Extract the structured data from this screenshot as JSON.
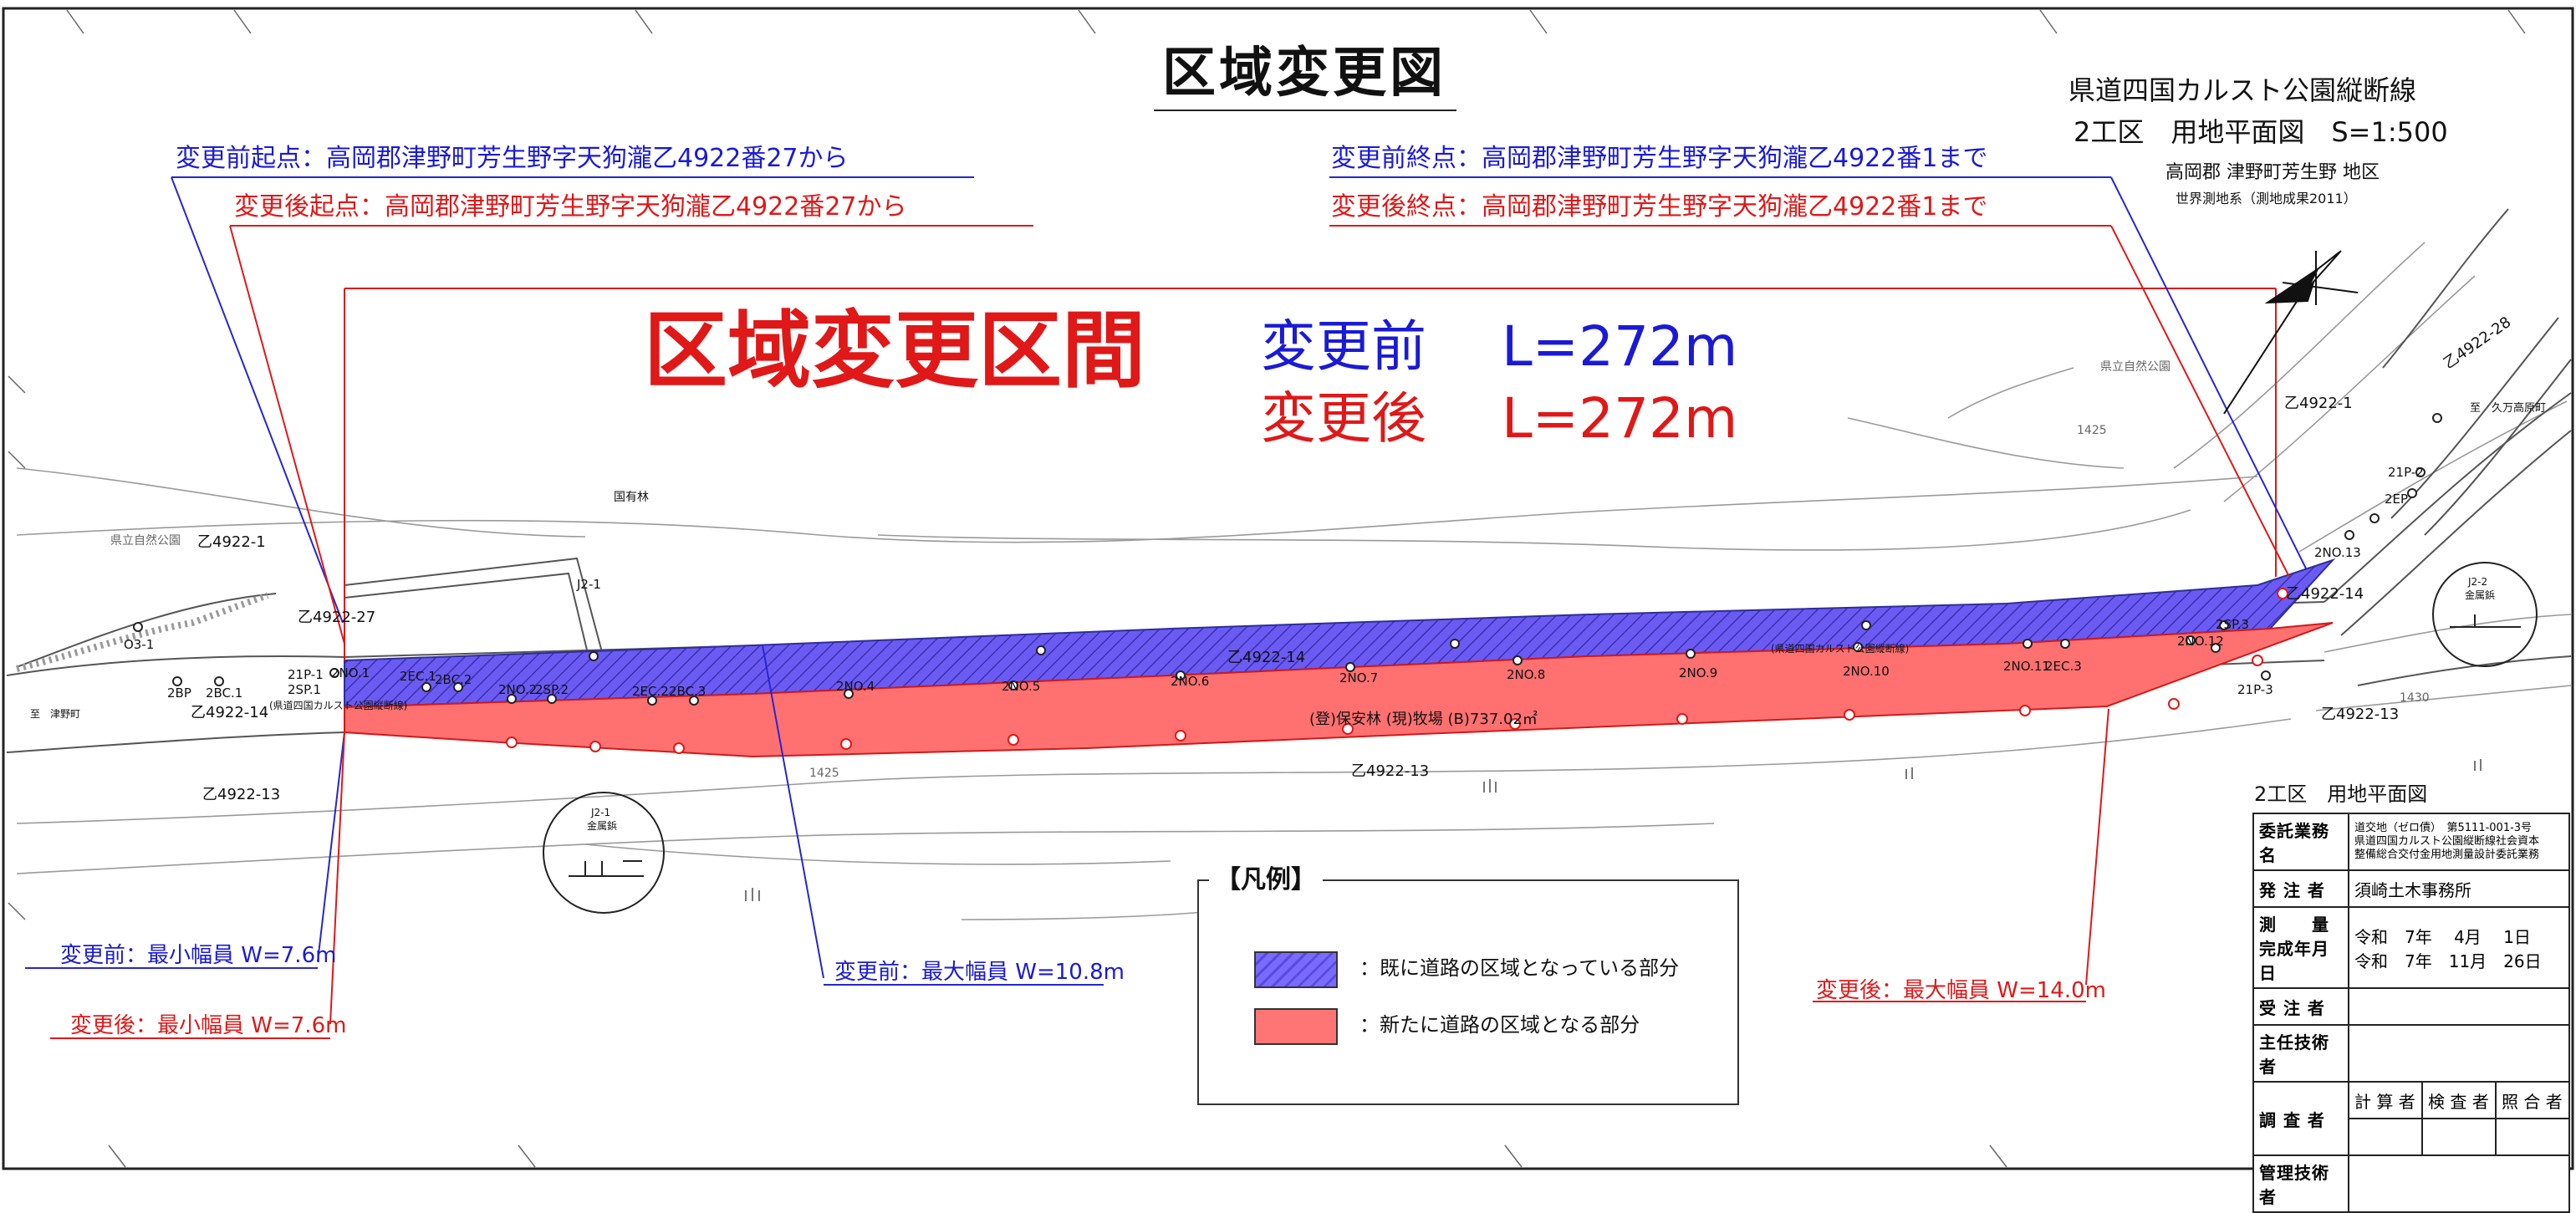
{
  "title": "区域変更図",
  "header_right": {
    "line1": "県道四国カルスト公園縦断線",
    "line2": "2工区　用地平面図　S=1:500",
    "line3": "高岡郡 津野町芳生野 地区",
    "line4": "世界測地系（測地成果2011）"
  },
  "annotations": {
    "before_start": "変更前起点：高岡郡津野町芳生野字天狗瀧乙4922番27から",
    "after_start": "変更後起点：高岡郡津野町芳生野字天狗瀧乙4922番27から",
    "before_end": "変更前終点：高岡郡津野町芳生野字天狗瀧乙4922番1まで",
    "after_end": "変更後終点：高岡郡津野町芳生野字天狗瀧乙4922番1まで",
    "section_title": "区域変更区間",
    "before_length_label": "変更前",
    "before_length": "L=272m",
    "after_length_label": "変更後",
    "after_length": "L=272m",
    "before_min_width": "変更前：最小幅員 W=7.6m",
    "after_min_width": "変更後：最小幅員 W=7.6m",
    "before_max_width": "変更前：最大幅員 W=10.8m",
    "after_max_width": "変更後：最大幅員 W=14.0m"
  },
  "map_labels": {
    "national_forest": "国有林",
    "park_left": "県立自然公園",
    "park_right": "県立自然公園",
    "parcel_4922_1_left": "乙4922-1",
    "parcel_4922_27": "乙4922-27",
    "parcel_4922_14_left": "乙4922-14",
    "parcel_4922_13_left": "乙4922-13",
    "parcel_4922_14_mid": "乙4922-14",
    "parcel_4922_13_mid": "乙4922-13",
    "parcel_4922_1_right": "乙4922-1",
    "parcel_4922_14_right": "乙4922-14",
    "parcel_4922_13_right": "乙4922-13",
    "parcel_4922_28": "乙4922-28",
    "forest_pasture": "(登)保安林 (現)牧場 (B)737.02㎡",
    "road_name_left": "(県道四国カルスト公園縦断線)",
    "road_name_right": "(県道四国カルスト公園縦断線)",
    "to_tsuno": "至　津野町",
    "to_kumakogen": "至　久万高原町",
    "marker_left_title": "J2-1",
    "marker_left_sub": "金属鋲",
    "marker_right_title": "J2-2",
    "marker_right_sub": "金属鋲",
    "elev_1425_a": "1425",
    "elev_1425_b": "1425",
    "elev_1430": "1430",
    "point_o3_1": "O3-1",
    "point_2bp": "2BP",
    "point_2bc1": "2BC.1",
    "point_21p1": "21P-1",
    "point_2sp1": "2SP.1",
    "point_2no1": "2NO.1",
    "point_2ec1": "2EC.1",
    "point_2bc2": "2BC.2",
    "point_2no2": "2NO.2",
    "point_2sp2": "2SP.2",
    "point_2ec2": "2EC.2",
    "point_2bc3": "2BC.3",
    "point_2no4": "2NO.4",
    "point_2no5": "2NO.5",
    "point_2no6": "2NO.6",
    "point_2no7": "2NO.7",
    "point_2no8": "2NO.8",
    "point_2no9": "2NO.9",
    "point_2no10": "2NO.10",
    "point_2no11": "2NO.11",
    "point_2ec3": "2EC.3",
    "point_2no12": "2NO.12",
    "point_2no13": "2NO.13",
    "point_2sp3": "2SP.3",
    "point_21p3": "21P-3",
    "point_j21": "J2-1",
    "point_21p2": "21P-2",
    "point_2ep": "2EP"
  },
  "legend": {
    "title": "【凡例】",
    "existing": "：既に道路の区域となっている部分",
    "new": "：新たに道路の区域となる部分"
  },
  "title_block": {
    "heading": "2工区　用地平面図",
    "commission_label": "委託業務名",
    "commission_value_1": "道交地（ゼロ債）　第5111-001-3号",
    "commission_value_2": "県道四国カルスト公園縦断線社会資本",
    "commission_value_3": "整備総合交付金用地測量設計委託業務",
    "orderer_label": "発 注 者",
    "orderer_value": "須崎土木事務所",
    "survey_label": "測　　量",
    "survey_value": "令和　7年　 4月　 1日",
    "completion_label": "完成年月日",
    "completion_value": "令和　7年　11月　26日",
    "contractor_label": "受 注 者",
    "chief_engineer_label": "主任技術者",
    "investigator_label": "調 査 者",
    "calculator_label": "計 算 者",
    "checker_label": "検 査 者",
    "verifier_label": "照 合 者",
    "manager_label": "管理技術者"
  },
  "colors": {
    "existing_area": "#6b5bf2",
    "new_area": "#ff7070",
    "before_text": "#1a1ad6",
    "after_text": "#e01818"
  }
}
